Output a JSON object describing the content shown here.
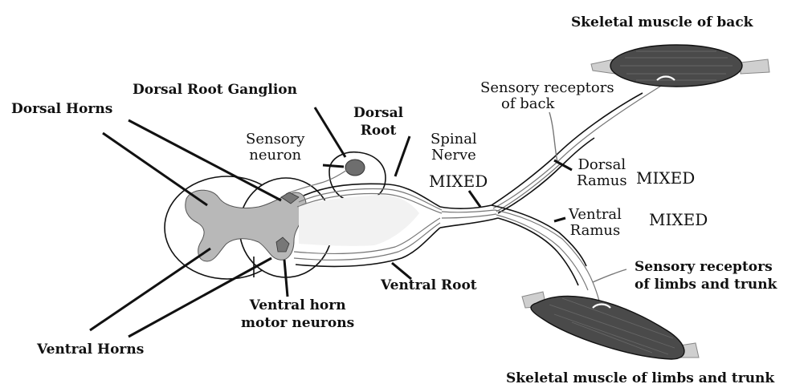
{
  "labels": {
    "dorsal_horns": "Dorsal Horns",
    "dorsal_root_ganglion": "Dorsal Root Ganglion",
    "dorsal_root": [
      "Dorsal",
      "Root"
    ],
    "sensory_neuron": [
      "Sensory",
      "neuron"
    ],
    "spinal_nerve": [
      "Spinal",
      "Nerve"
    ],
    "spinal_nerve_mixed": "MIXED",
    "sensory_receptors_back": [
      "Sensory receptors",
      "of back"
    ],
    "skeletal_muscle_back": "Skeletal muscle of back",
    "dorsal_ramus": [
      "Dorsal",
      "Ramus"
    ],
    "dorsal_ramus_mixed": "MIXED",
    "ventral_ramus": [
      "Ventral",
      "Ramus"
    ],
    "ventral_ramus_mixed": "MIXED",
    "sensory_receptors_limbs": [
      "Sensory receptors",
      "of limbs and trunk"
    ],
    "skeletal_muscle_limbs": "Skeletal muscle of limbs and trunk",
    "ventral_root": "Ventral Root",
    "ventral_horn_motor": [
      "Ventral horn",
      "motor neurons"
    ],
    "ventral_horns": "Ventral Horns"
  },
  "colors": {
    "background": "#ffffff",
    "outline": "#111111",
    "gray_matter": "#b8b8b8",
    "root_fill": "#f2f2f2",
    "ganglion_cell": "#6e6e6e",
    "muscle": "#4a4a4a",
    "muscle_tendon": "#cfcfcf"
  }
}
